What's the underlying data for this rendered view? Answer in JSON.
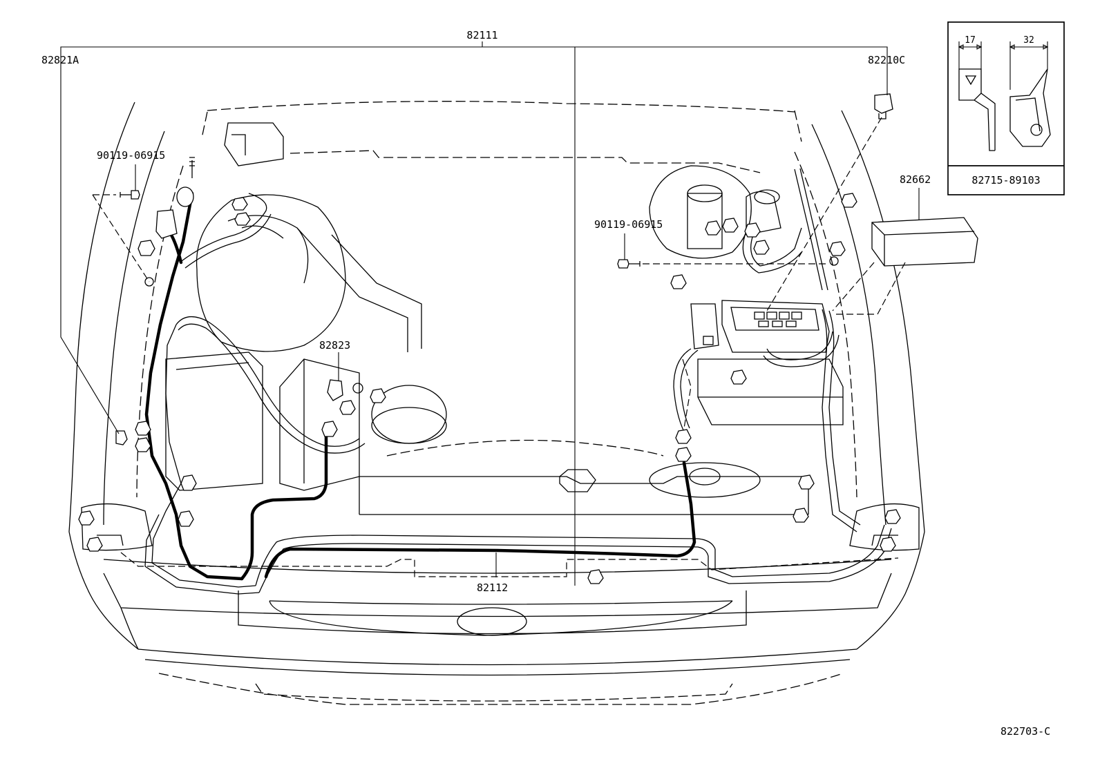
{
  "diagram": {
    "part_labels": {
      "main_harness": "82111",
      "front_harness": "82112",
      "left_clamp": "82821A",
      "right_connector": "82210C",
      "sensor_connector": "82823",
      "relay_block_cover": "82662",
      "bolt_left": "90119-06915",
      "bolt_right": "90119-06915"
    },
    "inset": {
      "dimension_left": "17",
      "dimension_right": "32",
      "part_number": "82715-89103"
    },
    "figure_id": "822703-C"
  }
}
